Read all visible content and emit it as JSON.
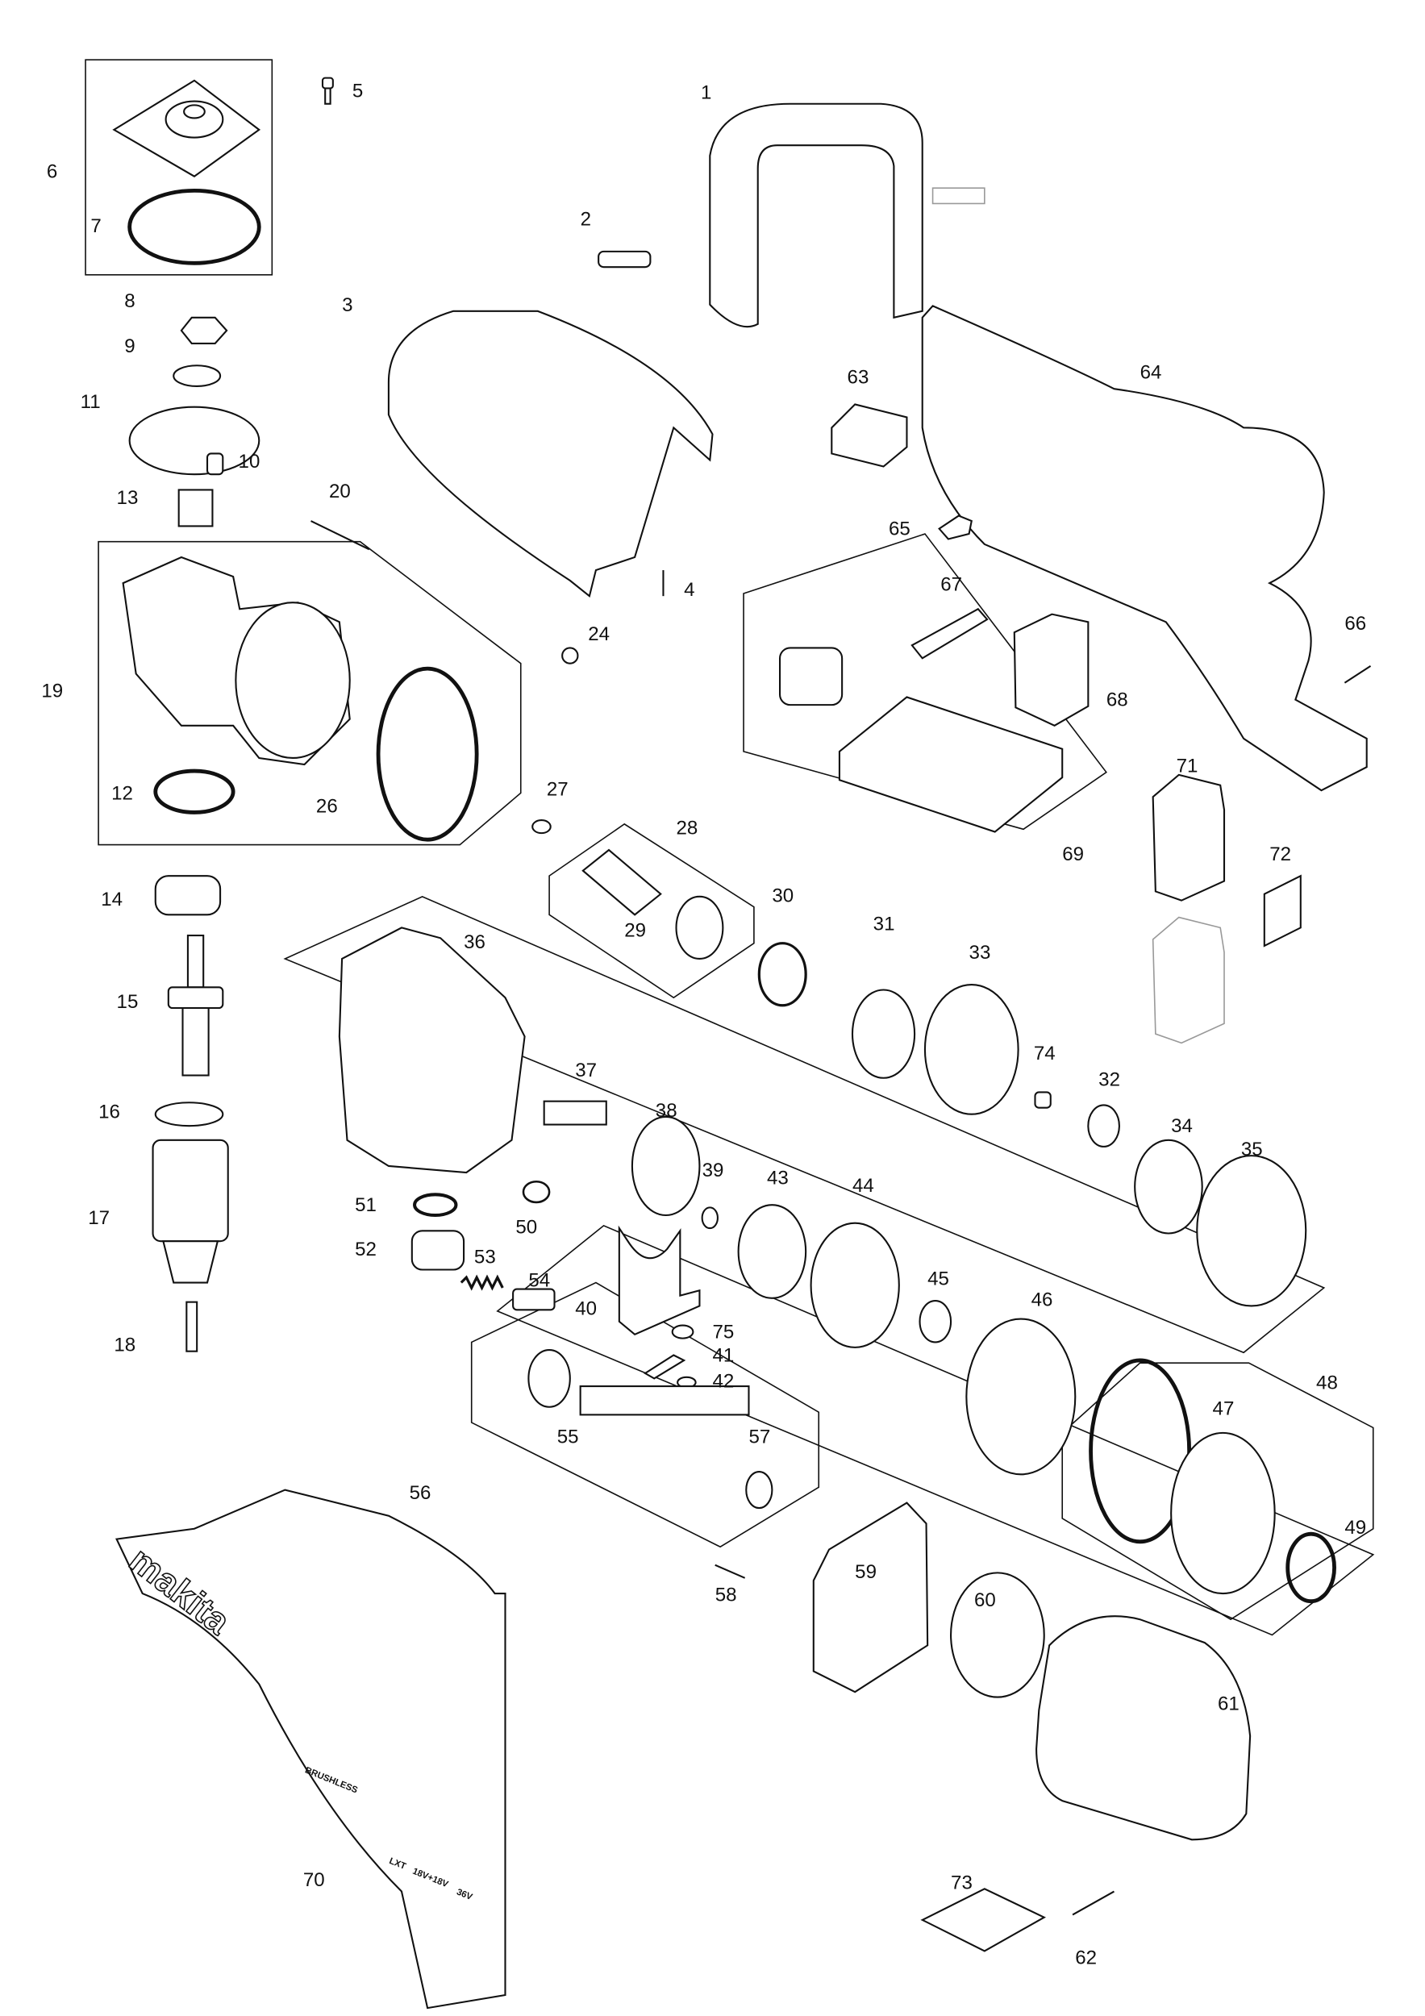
{
  "diagram": {
    "brand_logo": "makita",
    "housing_text": [
      "BRUSHLESS",
      "LXT",
      "18V+18V",
      "36V"
    ],
    "part_numbers": {
      "p1": "1",
      "p2": "2",
      "p3": "3",
      "p4": "4",
      "p5": "5",
      "p6": "6",
      "p7": "7",
      "p8": "8",
      "p9": "9",
      "p10": "10",
      "p11": "11",
      "p12": "12",
      "p13": "13",
      "p14": "14",
      "p15": "15",
      "p16": "16",
      "p17": "17",
      "p18": "18",
      "p19": "19",
      "p20": "20",
      "p24": "24",
      "p26": "26",
      "p27": "27",
      "p28": "28",
      "p29": "29",
      "p30": "30",
      "p31": "31",
      "p32": "32",
      "p33": "33",
      "p34": "34",
      "p35": "35",
      "p36": "36",
      "p37": "37",
      "p38": "38",
      "p39": "39",
      "p40": "40",
      "p41": "41",
      "p42": "42",
      "p43": "43",
      "p44": "44",
      "p45": "45",
      "p46": "46",
      "p47": "47",
      "p48": "48",
      "p49": "49",
      "p50": "50",
      "p51": "51",
      "p52": "52",
      "p53": "53",
      "p54": "54",
      "p55": "55",
      "p56": "56",
      "p57": "57",
      "p58": "58",
      "p59": "59",
      "p60": "60",
      "p61": "61",
      "p62": "62",
      "p63": "63",
      "p64": "64",
      "p65": "65",
      "p66": "66",
      "p67": "67",
      "p68": "68",
      "p69": "69",
      "p70": "70",
      "p71": "71",
      "p72": "72",
      "p73": "73",
      "p74": "74",
      "p75": "75"
    }
  }
}
